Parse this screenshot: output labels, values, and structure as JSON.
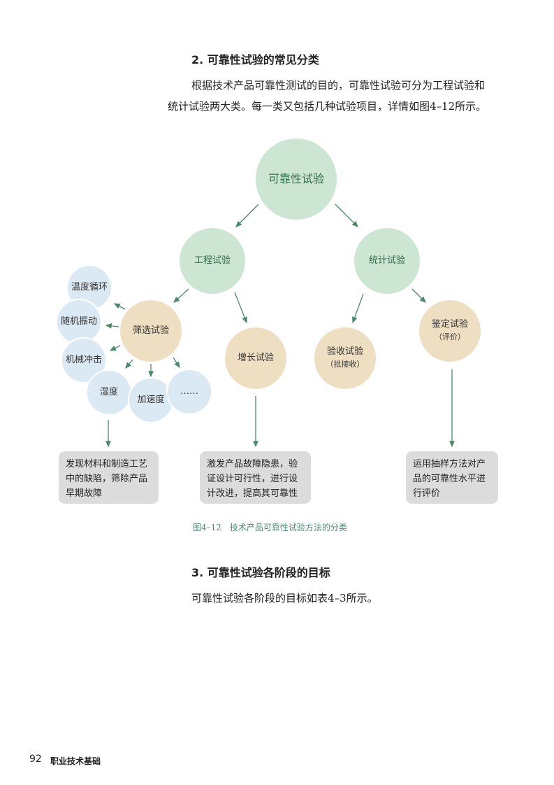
{
  "section2": {
    "heading": "2. 可靠性试验的常见分类",
    "para_line1": "根据技术产品可靠性测试的目的，可靠性试验可分为工程试验和",
    "para_line2": "统计试验两大类。每一类又包括几种试验项目，详情如图4–12所示。"
  },
  "diagram": {
    "root": "可靠性试验",
    "engineering": "工程试验",
    "statistical": "统计试验",
    "screening": "筛选试验",
    "growth": "增长试验",
    "acceptance": "验收试验",
    "acceptance_sub": "（批接收）",
    "qualification": "鉴定试验",
    "qualification_sub": "（评价）",
    "screening_items": [
      "温度循环",
      "随机振动",
      "机械冲击",
      "湿度",
      "加速度",
      "……"
    ],
    "box_screening": "发现材料和制造工艺中的缺陷，筛除产品早期故障",
    "box_growth": "激发产品故障隐患，验证设计可行性，进行设计改进，提高其可靠性",
    "box_qualification": "运用抽样方法对产品的可靠性水平进行评价",
    "caption": "图4–12　技术产品可靠性试验方法的分类"
  },
  "section3": {
    "heading": "3. 可靠性试验各阶段的目标",
    "para": "可靠性试验各阶段的目标如表4–3所示。"
  },
  "footer": {
    "page_number": "92",
    "book_title": "职业技术基础"
  },
  "colors": {
    "green": "#cde6d4",
    "tan": "#efdfc2",
    "blue": "#dae9f3",
    "arrow": "#4a8a6a"
  }
}
